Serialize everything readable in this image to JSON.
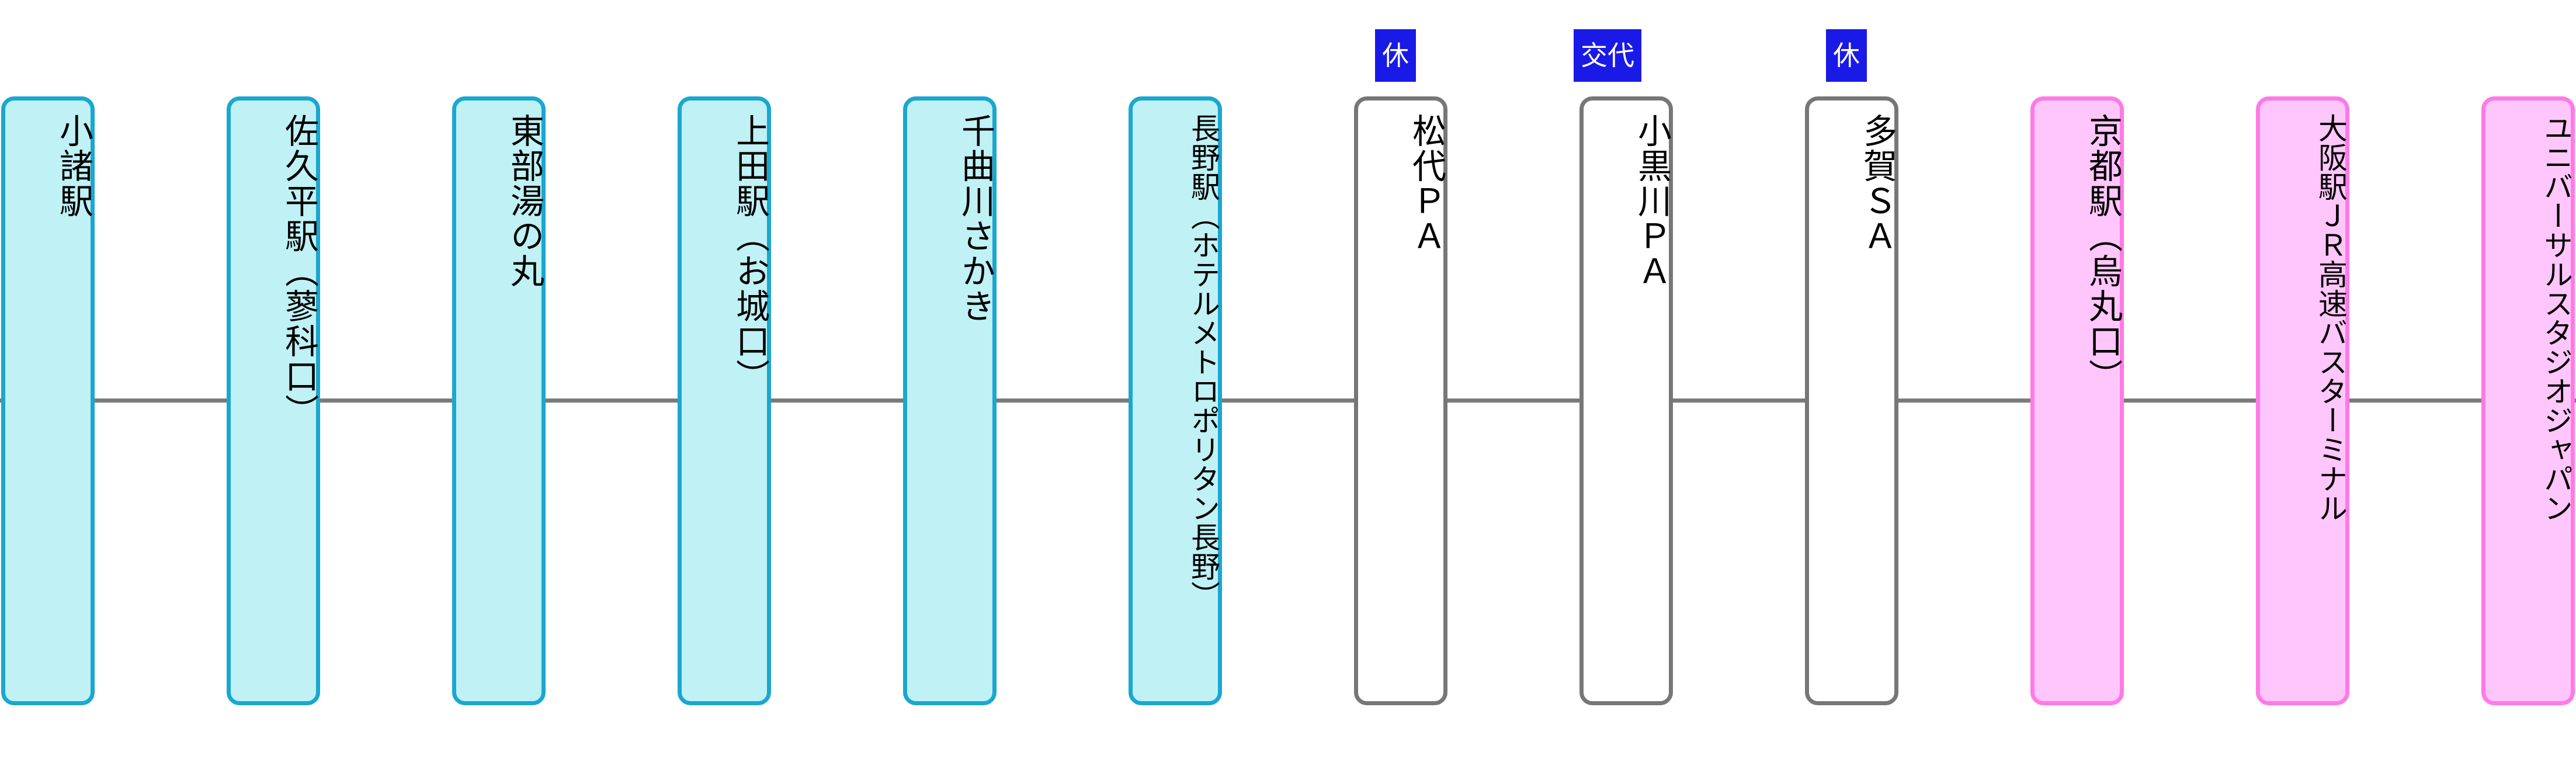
{
  "colors": {
    "station_fill": "#bff1f5",
    "station_border": "#1aa7d0",
    "rest_fill": "#ffffff",
    "rest_border": "#777777",
    "destination_fill": "#ffc6fb",
    "destination_border": "#ff7ae6",
    "badge_fill": "#1a1ae6",
    "line": "#7a7a7a"
  },
  "stops": [
    {
      "label": "小諸駅",
      "kind": "station"
    },
    {
      "label": "佐久平駅（蓼科口）",
      "kind": "station"
    },
    {
      "label": "東部湯の丸",
      "kind": "station"
    },
    {
      "label": "上田駅（お城口）",
      "kind": "station"
    },
    {
      "label": "千曲川さかき",
      "kind": "station"
    },
    {
      "label": "長野駅（ホテルメトロポリタン長野）",
      "kind": "station"
    },
    {
      "label": "松代ＰＡ",
      "kind": "rest",
      "badge": "休"
    },
    {
      "label": "小黒川ＰＡ",
      "kind": "rest",
      "badge": "交代"
    },
    {
      "label": "多賀ＳＡ",
      "kind": "rest",
      "badge": "休"
    },
    {
      "label": "京都駅（烏丸口）",
      "kind": "dest"
    },
    {
      "label": "大阪駅ＪＲ高速バスターミナル",
      "kind": "dest"
    },
    {
      "label": "ユニバーサルスタジオジャパン",
      "kind": "dest"
    }
  ]
}
